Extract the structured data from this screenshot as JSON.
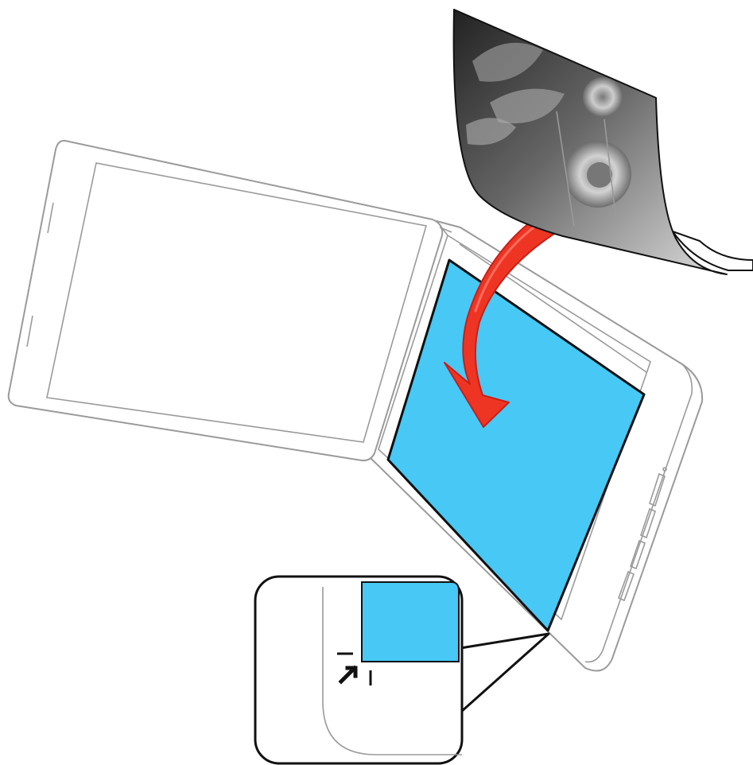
{
  "illustration": {
    "description_items": [
      "scanner",
      "scanner-lid",
      "document-glass",
      "photo",
      "placement-arrow",
      "corner-zoom-callout",
      "alignment-mark"
    ]
  },
  "colors": {
    "document_fill": "#47c8f5",
    "arrow_fill": "#ee3524",
    "arrow_shadow": "#c91f17",
    "outline": "#9a9a9a",
    "stroke_dark": "#111111",
    "photo_dark": "#303030",
    "photo_light": "#d9d9d9"
  },
  "icons": {
    "alignment_mark": "origin-arrow-icon"
  }
}
